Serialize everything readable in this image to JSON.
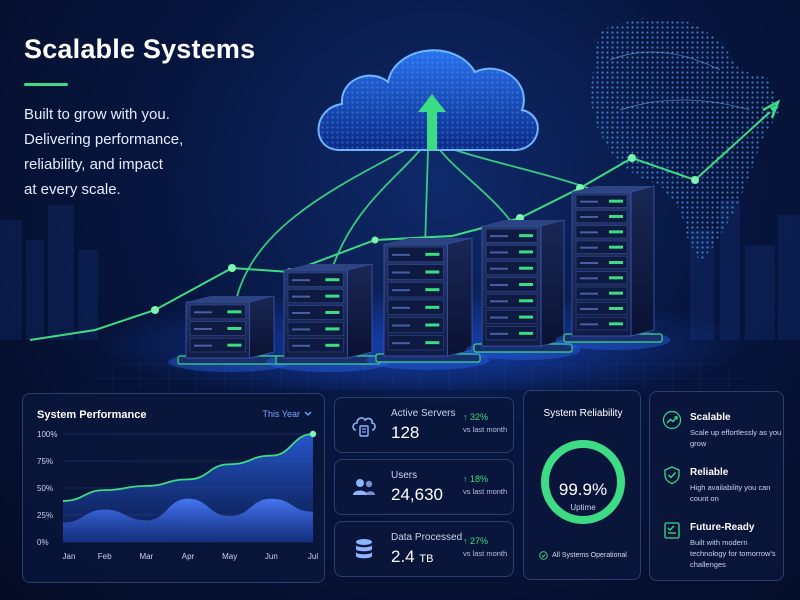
{
  "hero": {
    "title": "Scalable Systems",
    "subtitle_lines": [
      "Built to grow with you.",
      "Delivering performance,",
      "reliability, and impact",
      "at every scale."
    ]
  },
  "colors": {
    "accent": "#3ddc84",
    "blue": "#2f6fff",
    "panel": "#0a163a",
    "text_muted": "#c8d4f0"
  },
  "performance": {
    "title": "System Performance",
    "period": "This Year",
    "period_icon": "chevron-down-icon",
    "chart_data": {
      "type": "area",
      "categories": [
        "Jan",
        "Feb",
        "Mar",
        "Apr",
        "May",
        "Jun",
        "Jul"
      ],
      "y_ticks": [
        "0%",
        "25%",
        "50%",
        "75%",
        "100%"
      ],
      "ylim": [
        0,
        100
      ],
      "series": [
        {
          "values": [
            38,
            48,
            52,
            58,
            72,
            80,
            100
          ]
        },
        {
          "values": [
            18,
            30,
            20,
            40,
            24,
            40,
            28
          ]
        }
      ],
      "grid": true,
      "legend": "none"
    }
  },
  "stats": [
    {
      "icon": "cloud-server-icon",
      "label": "Active Servers",
      "value": "128",
      "unit": "",
      "change": "32%",
      "note": "vs last month"
    },
    {
      "icon": "users-icon",
      "label": "Users",
      "value": "24,630",
      "unit": "",
      "change": "18%",
      "note": "vs last month"
    },
    {
      "icon": "database-icon",
      "label": "Data Processed",
      "value": "2.4",
      "unit": "TB",
      "change": "27%",
      "note": "vs last month"
    }
  ],
  "reliability": {
    "title": "System Reliability",
    "value": "99.9%",
    "value_fraction": 0.999,
    "label": "Uptime",
    "status": "All Systems Operational"
  },
  "features": [
    {
      "icon": "trend-up-icon",
      "title": "Scalable",
      "desc": "Scale up effortlessly as you grow"
    },
    {
      "icon": "shield-check-icon",
      "title": "Reliable",
      "desc": "High availability you can count on"
    },
    {
      "icon": "checklist-icon",
      "title": "Future-Ready",
      "desc": "Built with modern technology for tomorrow's challenges"
    }
  ]
}
